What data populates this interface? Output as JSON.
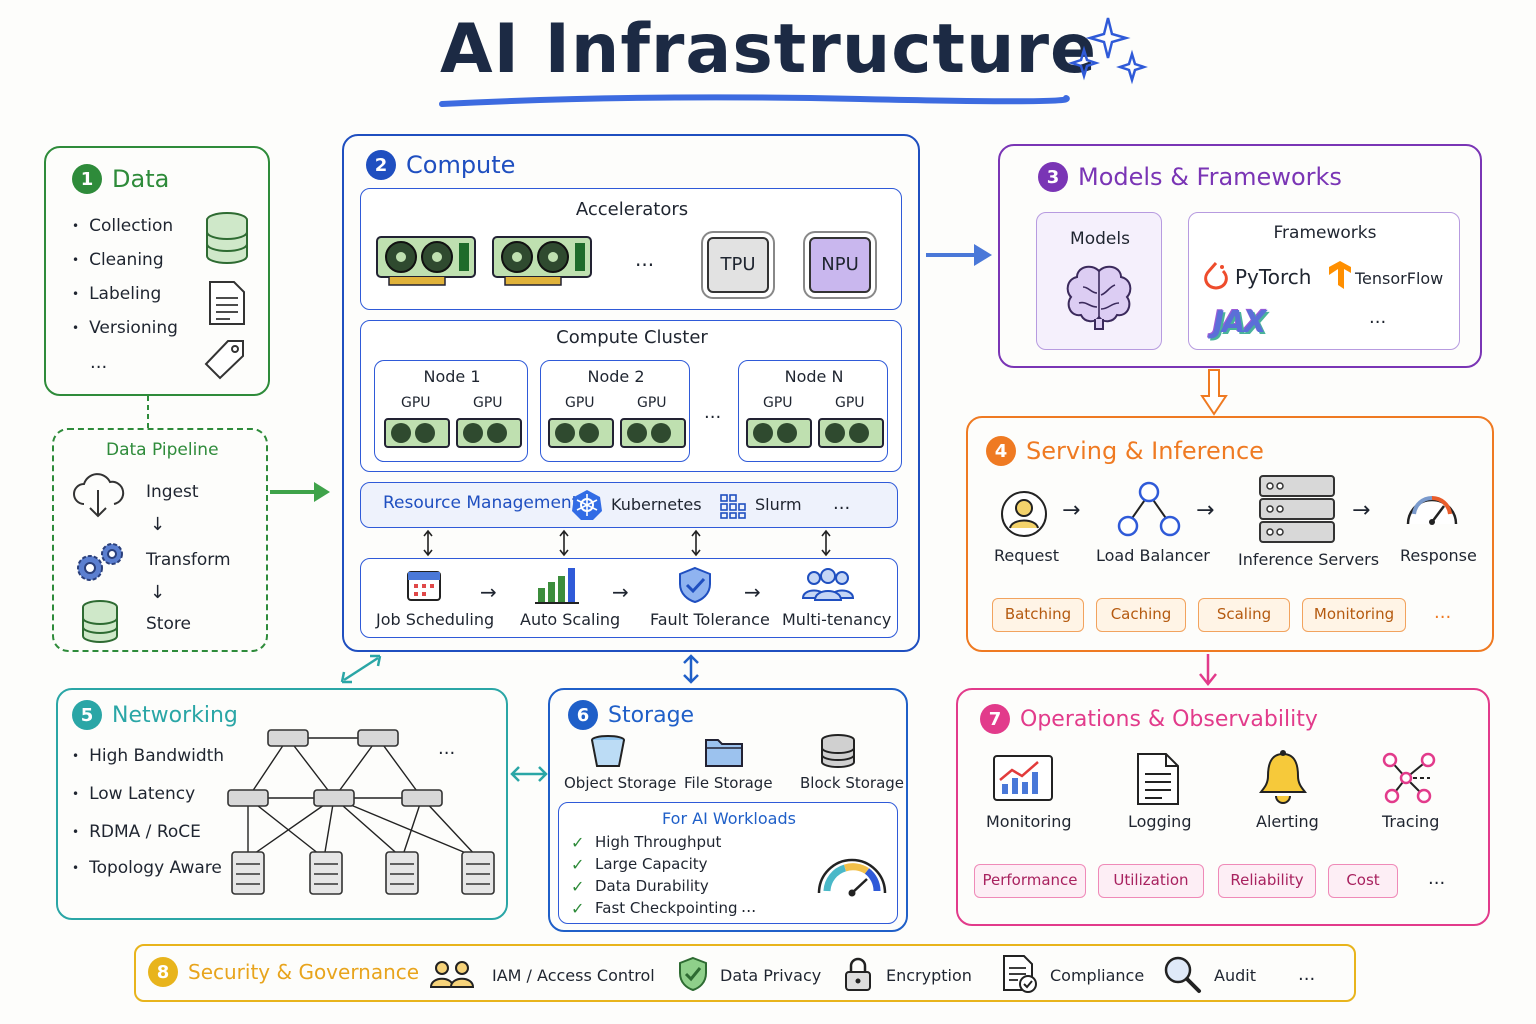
{
  "title": "AI Infrastructure",
  "colors": {
    "data": "#2e8b3a",
    "compute": "#1f4fc0",
    "models": "#7a35b5",
    "serving": "#ef7a22",
    "networking": "#2aa6a6",
    "storage": "#1f5fc8",
    "ops": "#e23b8b",
    "security": "#e8b41c"
  },
  "data": {
    "number": "1",
    "title": "Data",
    "items": [
      "Collection",
      "Cleaning",
      "Labeling",
      "Versioning"
    ],
    "more": "...",
    "icons": [
      "database-icon",
      "document-icon",
      "tag-icon"
    ]
  },
  "pipeline": {
    "title": "Data Pipeline",
    "steps": [
      "Ingest",
      "Transform",
      "Store"
    ],
    "arrow": "↓"
  },
  "compute": {
    "number": "2",
    "title": "Compute",
    "accelerators": {
      "title": "Accelerators",
      "more": "...",
      "chips": [
        "TPU",
        "NPU"
      ]
    },
    "cluster": {
      "title": "Compute Cluster",
      "nodes": [
        {
          "name": "Node 1",
          "gpus": [
            "GPU",
            "GPU"
          ]
        },
        {
          "name": "Node 2",
          "gpus": [
            "GPU",
            "GPU"
          ]
        },
        {
          "name": "Node N",
          "gpus": [
            "GPU",
            "GPU"
          ]
        }
      ],
      "more": "..."
    },
    "resource": {
      "title": "Resource Management",
      "items": [
        "Kubernetes",
        "Slurm"
      ],
      "more": "..."
    },
    "features": [
      "Job Scheduling",
      "Auto Scaling",
      "Fault Tolerance",
      "Multi-tenancy"
    ]
  },
  "models": {
    "number": "3",
    "title": "Models & Frameworks",
    "models_label": "Models",
    "frameworks_label": "Frameworks",
    "frameworks": [
      "PyTorch",
      "TensorFlow",
      "JAX"
    ],
    "more": "..."
  },
  "serving": {
    "number": "4",
    "title": "Serving & Inference",
    "flow": [
      "Request",
      "Load Balancer",
      "Inference Servers",
      "Response"
    ],
    "chips": [
      "Batching",
      "Caching",
      "Scaling",
      "Monitoring"
    ],
    "more": "..."
  },
  "networking": {
    "number": "5",
    "title": "Networking",
    "items": [
      "High Bandwidth",
      "Low Latency",
      "RDMA / RoCE",
      "Topology Aware"
    ],
    "more": "..."
  },
  "storage": {
    "number": "6",
    "title": "Storage",
    "types": [
      "Object Storage",
      "File Storage",
      "Block Storage"
    ],
    "workloads_title": "For AI Workloads",
    "checks": [
      "High Throughput",
      "Large Capacity",
      "Data Durability",
      "Fast Checkpointing"
    ],
    "more": "...",
    "check": "✓"
  },
  "ops": {
    "number": "7",
    "title": "Operations & Observability",
    "items": [
      "Monitoring",
      "Logging",
      "Alerting",
      "Tracing"
    ],
    "chips": [
      "Performance",
      "Utilization",
      "Reliability",
      "Cost"
    ],
    "more": "..."
  },
  "security": {
    "number": "8",
    "title": "Security & Governance",
    "items": [
      "IAM / Access Control",
      "Data Privacy",
      "Encryption",
      "Compliance",
      "Audit"
    ],
    "more": "..."
  }
}
